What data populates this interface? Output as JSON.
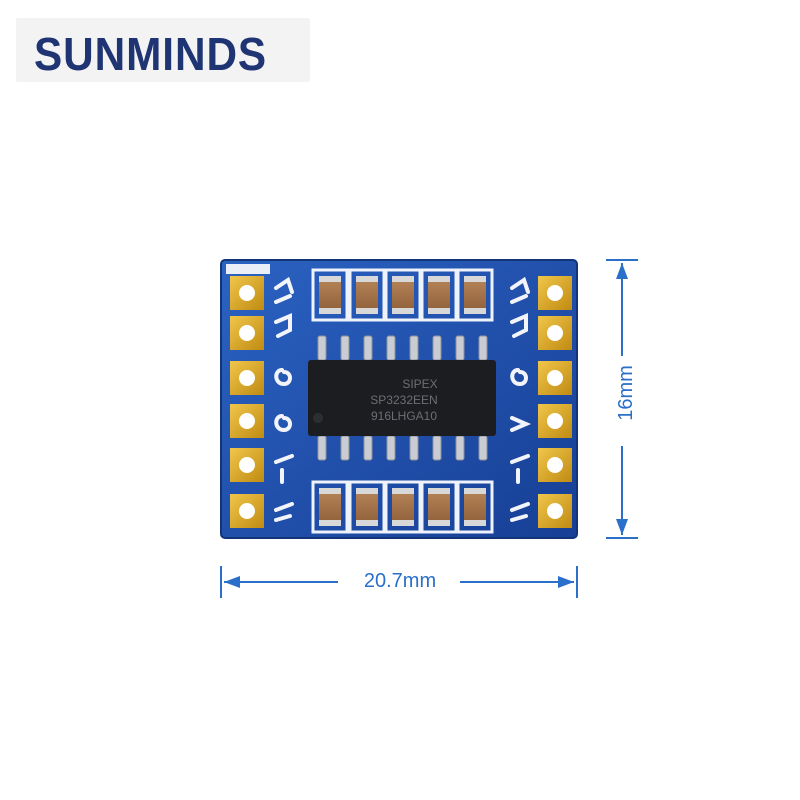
{
  "logo": {
    "text": "SUNMINDS"
  },
  "dimensions": {
    "width_label": "20.7mm",
    "height_label": "16mm"
  },
  "chip": {
    "line1": "SIPEX",
    "line2": "SP3232EEN",
    "line3": "916LHGA10"
  },
  "colors": {
    "board": "#1c4ea8",
    "pad": "#d9a91c",
    "dimension": "#2a6fc9",
    "logo": "#1f3473"
  }
}
